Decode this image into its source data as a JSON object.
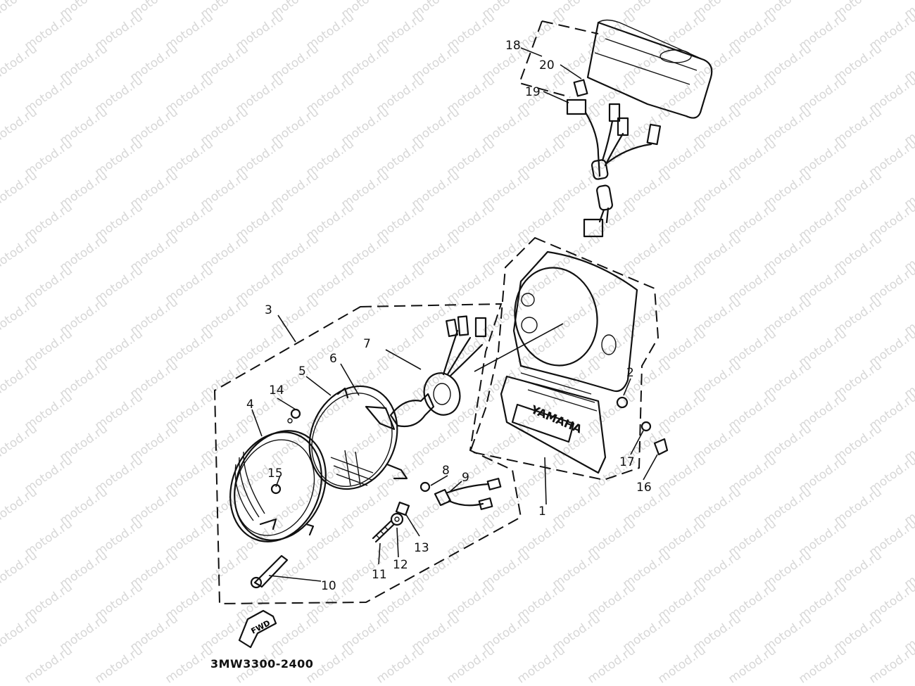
{
  "watermark": {
    "text": "motod.ru"
  },
  "diagram": {
    "part_code": "3MW3300-2400",
    "brand_text": "YAMAHA",
    "fwd_text": "FWD",
    "callouts": [
      "1",
      "2",
      "3",
      "4",
      "5",
      "6",
      "7",
      "8",
      "9",
      "10",
      "11",
      "12",
      "13",
      "14",
      "15",
      "16",
      "17",
      "18",
      "19",
      "20"
    ]
  }
}
